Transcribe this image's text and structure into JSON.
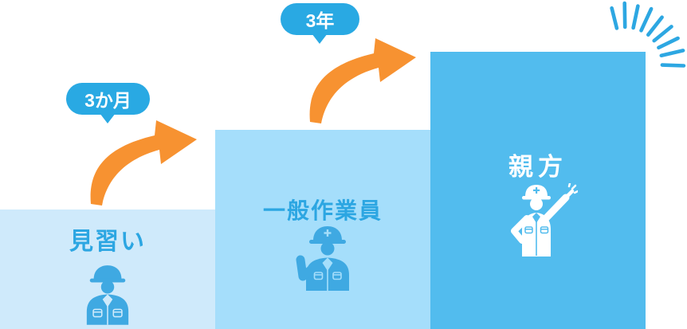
{
  "steps": [
    {
      "label": "見習い",
      "icon": "worker-trainee-icon",
      "box_color": "#cfeafb",
      "label_color": "#2ca6e2"
    },
    {
      "label": "一般作業員",
      "icon": "worker-general-icon",
      "box_color": "#a5defb",
      "label_color": "#2ca6e2"
    },
    {
      "label": "親方",
      "icon": "worker-master-icon",
      "box_color": "#52bcee",
      "label_color": "#ffffff",
      "decoration": "sparkle-burst"
    }
  ],
  "transitions": [
    {
      "from": "見習い",
      "to": "一般作業員",
      "duration_label": "3か月"
    },
    {
      "from": "一般作業員",
      "to": "親方",
      "duration_label": "3年"
    }
  ],
  "colors": {
    "bubble_bg": "#29a9e3",
    "bubble_text": "#ffffff",
    "arrow_orange": "#f79231",
    "sparkle_blue": "#2da7e2",
    "icon_blue": "#3fa9e2",
    "icon_white": "#ffffff"
  }
}
